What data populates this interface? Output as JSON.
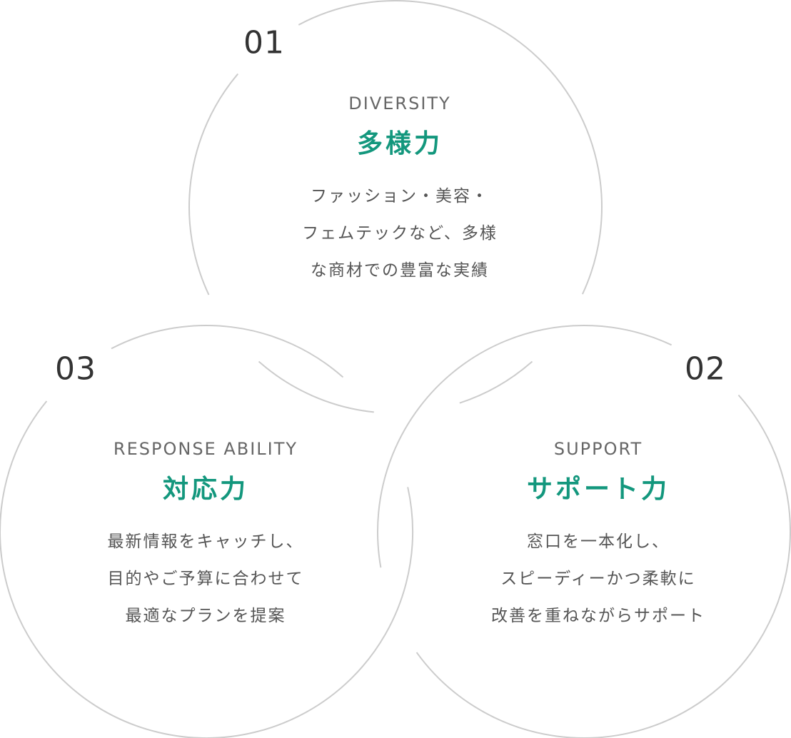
{
  "colors": {
    "accent": "#13977d",
    "circle": "#cccccc",
    "number": "#333333"
  },
  "items": [
    {
      "number": "01",
      "en": "DIVERSITY",
      "jp": "多様力",
      "lines": [
        "ファッション・美容・",
        "フェムテックなど、多様",
        "な商材での豊富な実績"
      ]
    },
    {
      "number": "02",
      "en": "SUPPORT",
      "jp": "サポート力",
      "lines": [
        "窓口を一本化し、",
        "スピーディーかつ柔軟に",
        "改善を重ねながらサポート"
      ]
    },
    {
      "number": "03",
      "en": "RESPONSE ABILITY",
      "jp": "対応力",
      "lines": [
        "最新情報をキャッチし、",
        "目的やご予算に合わせて",
        "最適なプランを提案"
      ]
    }
  ]
}
